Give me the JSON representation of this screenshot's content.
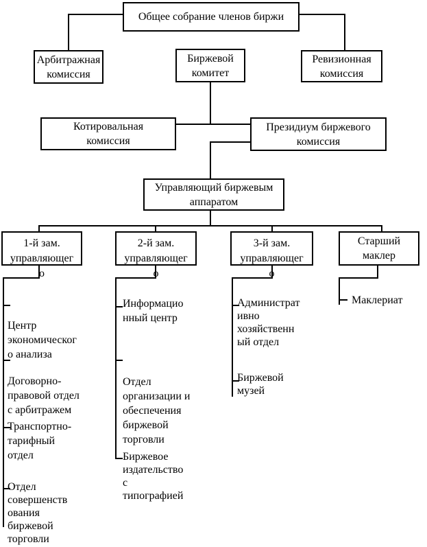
{
  "chart": {
    "nodes": {
      "general_meeting": "Общее собрание членов биржи",
      "arbitration_commission": "Арбитражная\nкомиссия",
      "exchange_committee": "Биржевой\nкомитет",
      "revision_commission": "Ревизионная\nкомиссия",
      "quotation_commission": "Котировальная\nкомиссия",
      "presidium": "Президиум биржевого\nкомиссия",
      "manager": "Управляющий биржевым\nаппаратом",
      "deputy1": "1-й зам.\nуправляющег\nо",
      "deputy2": "2-й зам.\nуправляющег\nо",
      "deputy3": "3-й зам.\nуправляющег\nо",
      "senior_broker": "Старший\nмаклер"
    },
    "deputy1_departments": [
      "Центр\nэкономическог\nо анализа",
      "Договорно-\nправовой отдел\nс арбитражем",
      "Транспортно-\nтарифный\nотдел",
      "Отдел\nсовершенств\nования\nбиржевой\nторговли"
    ],
    "deputy2_departments": [
      "Информацио\nнный центр",
      "Отдел\nорганизации и\nобеспечения\nбиржевой\nторговли",
      "Биржевое\nиздательство\nс\nтипографией"
    ],
    "deputy3_departments": [
      "Администрат\nивно\nхозяйственн\nый отдел",
      "Биржевой\nмузей"
    ],
    "senior_broker_departments": [
      "Маклериат"
    ],
    "line_color": "#000000",
    "background_color": "#ffffff"
  }
}
